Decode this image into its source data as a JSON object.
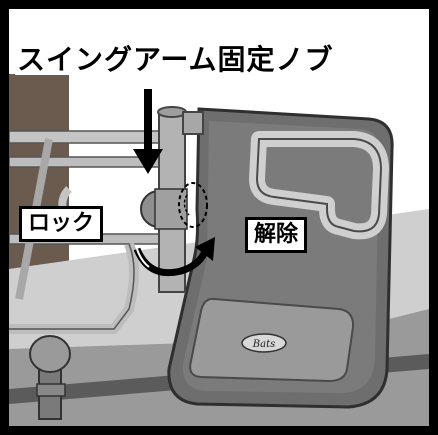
{
  "title": "スイングアーム固定ノブ",
  "labels": {
    "lock": "ロック",
    "release": "解除"
  },
  "logo_text": "Bats",
  "colors": {
    "frame": "#000000",
    "panel": "#6e6e6e",
    "metal": "#b9b9b9",
    "background": "#ffffff"
  }
}
